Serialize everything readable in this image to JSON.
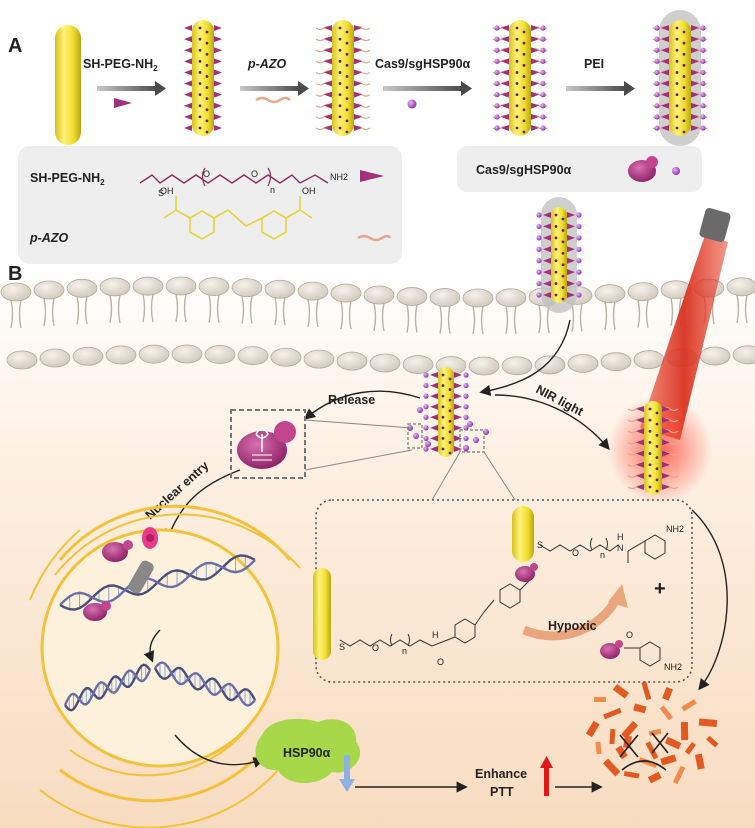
{
  "panel_a": {
    "label": "A",
    "step_labels": [
      "SH-PEG-NH",
      "p-AZO",
      "Cas9/sgHSP90α",
      "PEI"
    ],
    "subscript_2": "2",
    "legend": {
      "peg_name": "SH-PEG-NH",
      "azo_name": "p-AZO",
      "cas9_name": "Cas9/sgHSP90α",
      "peg_S": "S",
      "peg_O1": "O",
      "peg_O2": "O",
      "peg_n": "n",
      "peg_NH2": "NH2",
      "azo_OH1": "OH",
      "azo_OH2": "OH"
    }
  },
  "panel_b": {
    "label": "B",
    "release": "Release",
    "nir_light": "NIR light",
    "nuclear_entry": "Nuclear entry",
    "hypoxic": "Hypoxic",
    "plus": "+",
    "hsp90": "HSP90α",
    "enhance": "Enhance",
    "ptt": "PTT",
    "chem_NH2_top": "NH2",
    "chem_NH2_bottom": "NH2",
    "chem_S": "S",
    "chem_O": "O",
    "chem_n": "n",
    "chem_H": "H",
    "chem_N": "N"
  },
  "colors": {
    "gold": "#f2e23a",
    "purple": "#a0307a",
    "violet": "#b24fcf",
    "laser": "#d8321f",
    "tumor": "#e8602a",
    "membrane": "#e8e1d6"
  }
}
